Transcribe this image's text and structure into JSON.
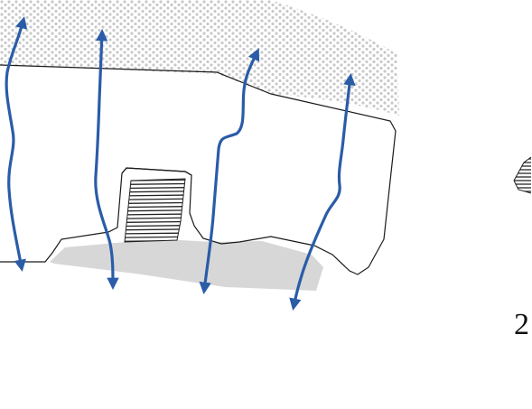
{
  "figure": {
    "labels": {
      "number_label": "2"
    },
    "colors": {
      "arrow": "#2a5ca8",
      "outline": "#1a1a1a",
      "stipple_dots": "#c9c9c9",
      "shadow_region": "#d7d7d7",
      "hatch": "#222222"
    },
    "arrows": [
      {
        "id": "arrow-1",
        "heads": "both"
      },
      {
        "id": "arrow-2",
        "heads": "both"
      },
      {
        "id": "arrow-3",
        "heads": "both"
      },
      {
        "id": "arrow-4",
        "heads": "both"
      }
    ],
    "regions": [
      "stippled-band",
      "land-outline",
      "gray-shadow",
      "hatched-building",
      "legend-hatch-swatch"
    ]
  }
}
